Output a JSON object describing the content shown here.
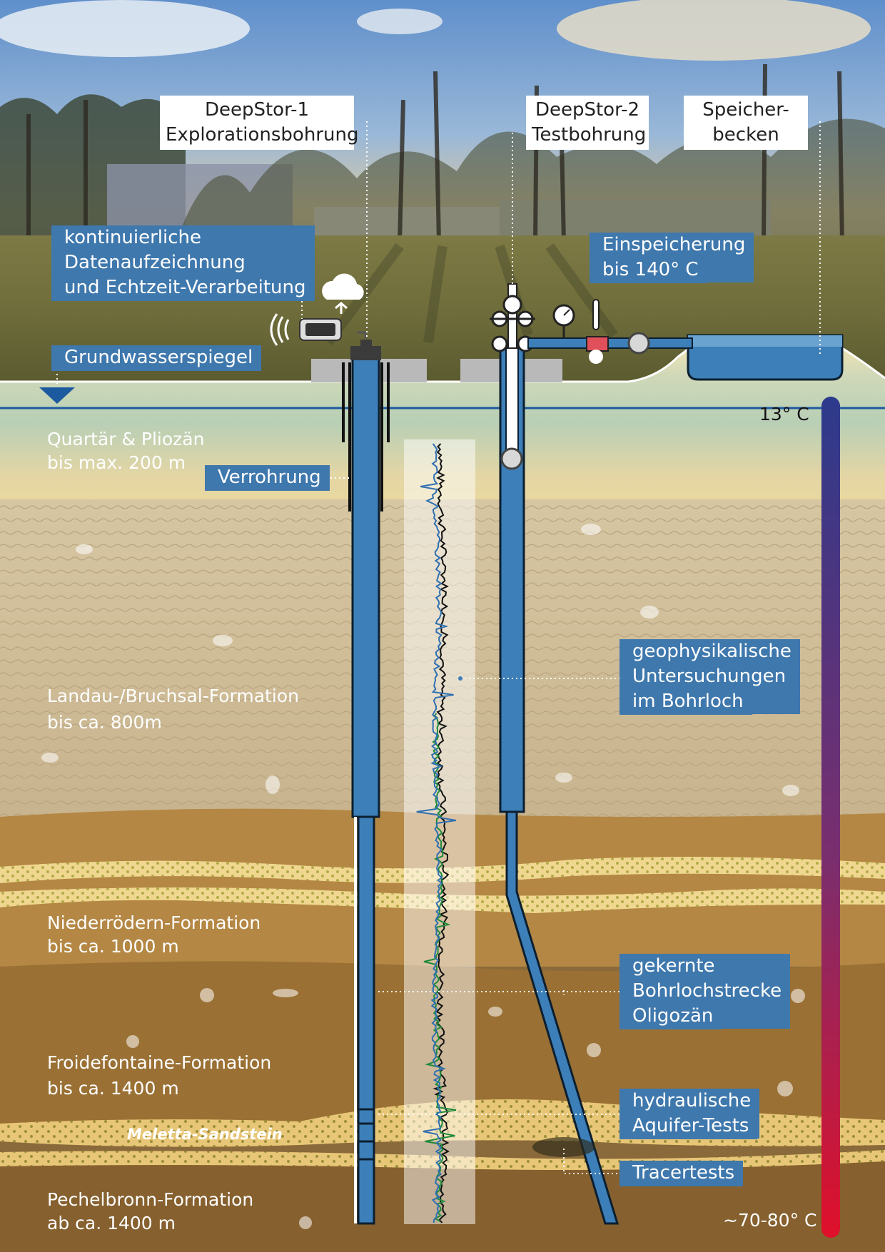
{
  "wells": {
    "deepstor1": [
      "DeepStor-1",
      "Explorationsbohrung"
    ],
    "deepstor2": [
      "DeepStor-2",
      "Testbohrung"
    ],
    "speicher": [
      "Speicher-",
      "becken"
    ]
  },
  "callouts": {
    "datenaufzeichnung": [
      "kontinuierliche",
      "Datenaufzeichnung",
      "und Echtzeit-Verarbeitung"
    ],
    "einspeicherung": [
      "Einspeicherung",
      "bis 140° C"
    ],
    "grundwasser": "Grundwasserspiegel",
    "verrohrung": "Verrohrung",
    "geophysik": [
      "geophysikalische",
      "Untersuchungen",
      "im Bohrloch"
    ],
    "gekernte": [
      "gekernte",
      "Bohrlochstrecke",
      "Oligozän"
    ],
    "hydraulik": [
      "hydraulische",
      "Aquifer-Tests"
    ],
    "tracer": "Tracertests"
  },
  "layers": {
    "quartaer": [
      "Quartär & Pliozän",
      "bis max. 200 m"
    ],
    "landau": [
      "Landau-/Bruchsal-Formation",
      "bis ca. 800m"
    ],
    "niederroedern": [
      "Niederrödern-Formation",
      "bis ca. 1000 m"
    ],
    "froidefontaine": [
      "Froidefontaine-Formation",
      "bis ca. 1400 m"
    ],
    "meletta": "Meletta-Sandstein",
    "pechelbronn": [
      "Pechelbronn-Formation",
      "ab ca. 1400 m"
    ]
  },
  "temperature": {
    "top": "13° C",
    "bottom": "~70-80° C",
    "gradient": [
      "#2d3a8c",
      "#e0102a"
    ]
  },
  "colors": {
    "pipe_blue": "#3d7fb8",
    "label_blue": "#3f78ad",
    "sky": "#6f9fd6",
    "sand": "#e9d9a3"
  }
}
